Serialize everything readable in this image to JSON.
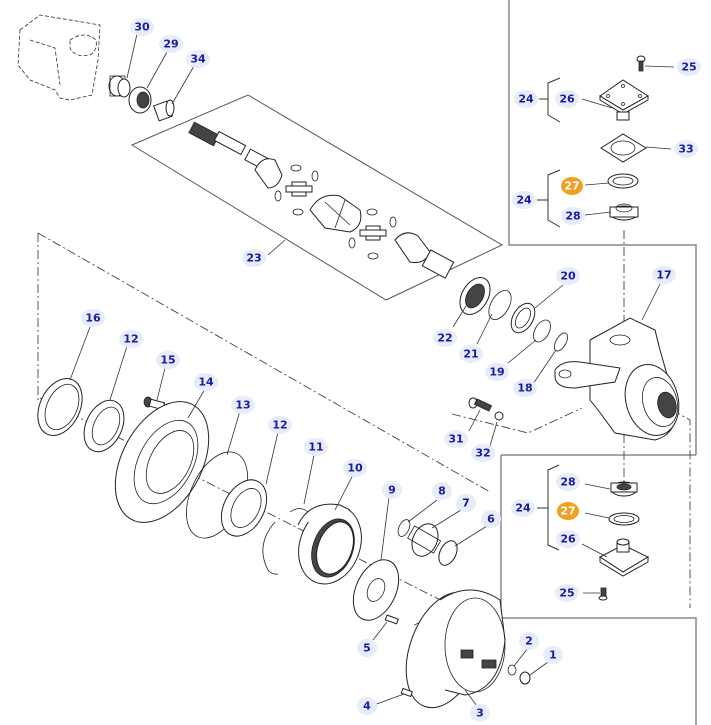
{
  "diagram": {
    "title": "Exploded parts view - front axle hub / steering knuckle assembly",
    "highlight_color": "#f0a020",
    "callout_color": "#1a1aa8",
    "callout_bg": "#e6ecf8",
    "callouts": [
      {
        "id": "c30",
        "label": "30",
        "part": "needle-bearing"
      },
      {
        "id": "c29",
        "label": "29",
        "part": "bearing-ring"
      },
      {
        "id": "c34",
        "label": "34",
        "part": "bushing"
      },
      {
        "id": "c25a",
        "label": "25",
        "part": "bolt"
      },
      {
        "id": "c24a",
        "label": "24",
        "part": "kingpin-kit-upper"
      },
      {
        "id": "c26a",
        "label": "26",
        "part": "kingpin-cap-upper"
      },
      {
        "id": "c33",
        "label": "33",
        "part": "shim-gasket"
      },
      {
        "id": "c27a",
        "label": "27",
        "part": "bearing-cup-upper",
        "highlight": true
      },
      {
        "id": "c24b",
        "label": "24",
        "part": "kingpin-kit-upper"
      },
      {
        "id": "c28a",
        "label": "28",
        "part": "tapered-bearing-upper"
      },
      {
        "id": "c23",
        "label": "23",
        "part": "double-cardan-shaft"
      },
      {
        "id": "c20",
        "label": "20",
        "part": "seal-ring"
      },
      {
        "id": "c17",
        "label": "17",
        "part": "steering-knuckle"
      },
      {
        "id": "c22",
        "label": "22",
        "part": "oil-seal"
      },
      {
        "id": "c21",
        "label": "21",
        "part": "thrust-ring"
      },
      {
        "id": "c19",
        "label": "19",
        "part": "washer"
      },
      {
        "id": "c18",
        "label": "18",
        "part": "snap-ring"
      },
      {
        "id": "c16",
        "label": "16",
        "part": "hub-seal"
      },
      {
        "id": "c12a",
        "label": "12",
        "part": "taper-bearing-outer"
      },
      {
        "id": "c15",
        "label": "15",
        "part": "wheel-stud"
      },
      {
        "id": "c14",
        "label": "14",
        "part": "wheel-hub"
      },
      {
        "id": "c13",
        "label": "13",
        "part": "o-ring"
      },
      {
        "id": "c12b",
        "label": "12",
        "part": "taper-bearing-inner"
      },
      {
        "id": "c11",
        "label": "11",
        "part": "circlip"
      },
      {
        "id": "c10",
        "label": "10",
        "part": "ring-gear"
      },
      {
        "id": "c31",
        "label": "31",
        "part": "stop-bolt"
      },
      {
        "id": "c32",
        "label": "32",
        "part": "lock-nut"
      },
      {
        "id": "c28b",
        "label": "28",
        "part": "tapered-bearing-lower"
      },
      {
        "id": "c24c",
        "label": "24",
        "part": "kingpin-kit-lower"
      },
      {
        "id": "c27b",
        "label": "27",
        "part": "bearing-cup-lower",
        "highlight": true
      },
      {
        "id": "c26b",
        "label": "26",
        "part": "kingpin-cap-lower"
      },
      {
        "id": "c25b",
        "label": "25",
        "part": "bolt"
      },
      {
        "id": "c9",
        "label": "9",
        "part": "planet-carrier-gear"
      },
      {
        "id": "c8",
        "label": "8",
        "part": "snap-ring"
      },
      {
        "id": "c7",
        "label": "7",
        "part": "planet-gear"
      },
      {
        "id": "c6",
        "label": "6",
        "part": "sun-gear"
      },
      {
        "id": "c5",
        "label": "5",
        "part": "screw"
      },
      {
        "id": "c2",
        "label": "2",
        "part": "seal-washer"
      },
      {
        "id": "c1",
        "label": "1",
        "part": "plug"
      },
      {
        "id": "c4",
        "label": "4",
        "part": "bolt"
      },
      {
        "id": "c3",
        "label": "3",
        "part": "planetary-housing"
      }
    ]
  }
}
